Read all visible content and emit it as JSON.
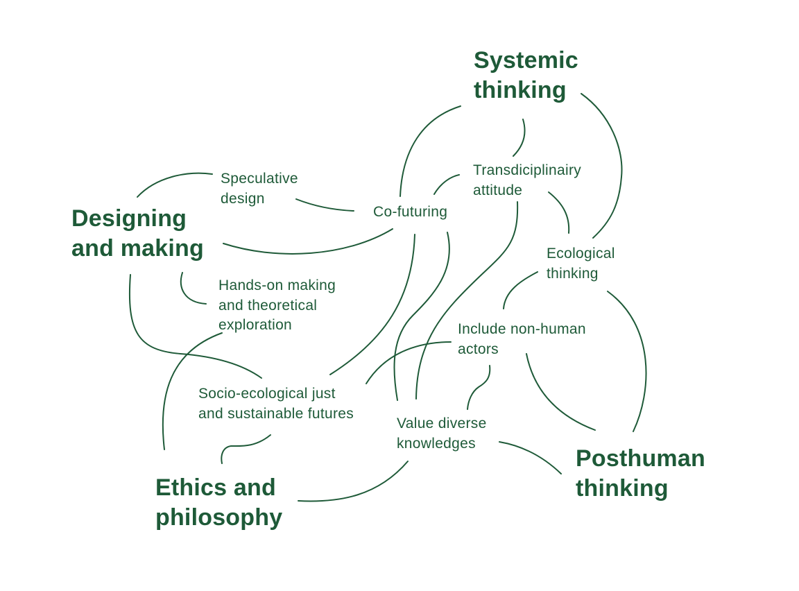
{
  "colors": {
    "text": "#1e5a38",
    "line": "#1e5a38",
    "background": "#ffffff"
  },
  "themes": {
    "systemic_thinking": "Systemic\nthinking",
    "designing_and_making": "Designing\nand making",
    "ethics_and_philosophy": "Ethics and\nphilosophy",
    "posthuman_thinking": "Posthuman\nthinking"
  },
  "concepts": {
    "speculative_design": "Speculative\ndesign",
    "co_futuring": "Co-futuring",
    "transdisciplinary_attitude": "Transdiciplinairy\nattitude",
    "ecological_thinking": "Ecological\nthinking",
    "hands_on_making": "Hands-on making\nand theoretical\nexploration",
    "include_non_human_actors": "Include non-human\nactors",
    "socio_ecological_futures": "Socio-ecological just\nand sustainable futures",
    "value_diverse_knowledges": "Value diverse\nknowledges"
  }
}
